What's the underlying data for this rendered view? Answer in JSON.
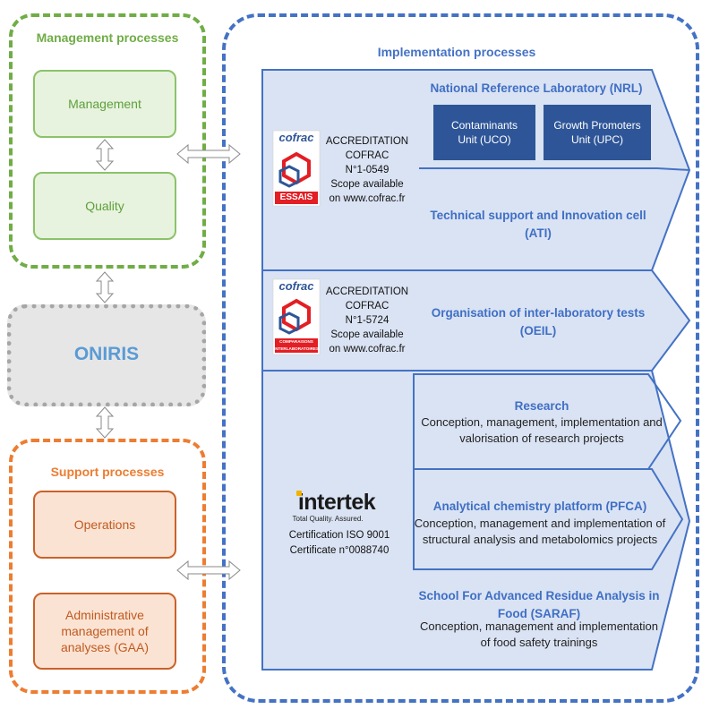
{
  "management": {
    "title": "Management processes",
    "items": [
      "Management",
      "Quality"
    ]
  },
  "oniris": {
    "label": "ONIRIS"
  },
  "support": {
    "title": "Support processes",
    "items": [
      "Operations",
      "Administrative management of analyses (GAA)"
    ]
  },
  "implementation": {
    "title": "Implementation processes",
    "nrl": {
      "title": "National Reference Laboratory (NRL)",
      "units": [
        "Contaminants Unit (UCO)",
        "Growth Promoters Unit (UPC)"
      ]
    },
    "ati": {
      "title": "Technical support and Innovation cell (ATI)"
    },
    "oeil": {
      "title": "Organisation of inter-laboratory tests (OEIL)"
    },
    "research": {
      "title": "Research",
      "desc": "Conception, management, implementation and valorisation of research projects"
    },
    "pfca": {
      "title": "Analytical chemistry platform (PFCA)",
      "desc": "Conception, management and implementation of structural analysis and metabolomics projects"
    },
    "saraf": {
      "title": "School For Advanced Residue Analysis in Food (SARAF)",
      "desc": "Conception, management and implementation of food safety trainings"
    }
  },
  "accreditations": {
    "cofrac_essais": {
      "logo_top": "cofrac",
      "logo_bottom": "ESSAIS",
      "lines": [
        "ACCREDITATION",
        "COFRAC",
        "N°1-0549",
        "Scope available",
        "on www.cofrac.fr"
      ]
    },
    "cofrac_comparaisons": {
      "logo_top": "cofrac",
      "logo_bottom": "COMPARAISONS INTERLABORATOIRES",
      "lines": [
        "ACCREDITATION",
        "COFRAC",
        "N°1-5724",
        "Scope available",
        "on www.cofrac.fr"
      ]
    },
    "intertek": {
      "logo": "intertek",
      "tagline": "Total Quality. Assured.",
      "lines": [
        "Certification ISO 9001",
        "Certificate n°0088740"
      ]
    }
  },
  "colors": {
    "green": "#70ad47",
    "orange": "#ed7d31",
    "gray": "#a6a6a6",
    "blue": "#4472c4",
    "navy": "#2e5597",
    "light_blue": "#dae3f3"
  }
}
